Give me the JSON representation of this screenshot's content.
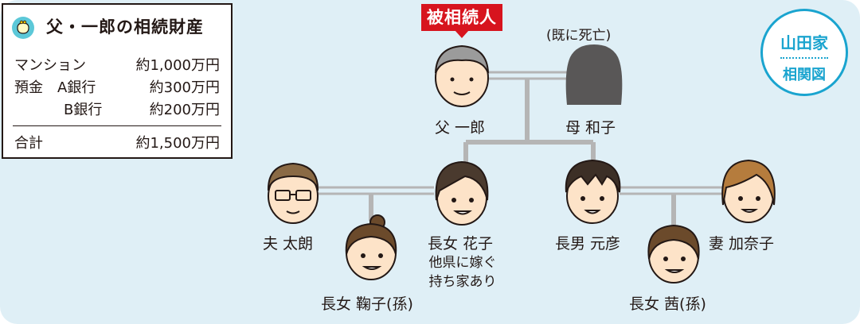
{
  "assets": {
    "title": "父・一郎の相続財産",
    "rows": [
      {
        "label": "マンション",
        "value": "約1,000万円"
      },
      {
        "label": "預金　A銀行",
        "value": "約300万円"
      },
      {
        "label": "B銀行",
        "value": "約200万円"
      }
    ],
    "total": {
      "label": "合計",
      "value": "約1,500万円"
    }
  },
  "badge": "被相続人",
  "family_badge": {
    "top": "山田家",
    "bottom": "相関図"
  },
  "people": {
    "father": {
      "label": "父 一郎"
    },
    "mother": {
      "label": "母 和子",
      "note": "(既に死亡)"
    },
    "husband": {
      "label": "夫 太朗"
    },
    "daughter": {
      "label": "長女 花子",
      "note_1": "他県に嫁ぐ",
      "note_2": "持ち家あり"
    },
    "granddaughter1": {
      "label": "長女 鞠子(孫)"
    },
    "son": {
      "label": "長男 元彦"
    },
    "wife": {
      "label": "妻 加奈子"
    },
    "granddaughter2": {
      "label": "長女 茜(孫)"
    }
  },
  "colors": {
    "background": "#dfeff6",
    "line": "#b5b5b5",
    "badge": "#d7141e",
    "accent": "#1aa4cf",
    "skin": "#fde3c8",
    "hair": "#6b4a2b"
  }
}
